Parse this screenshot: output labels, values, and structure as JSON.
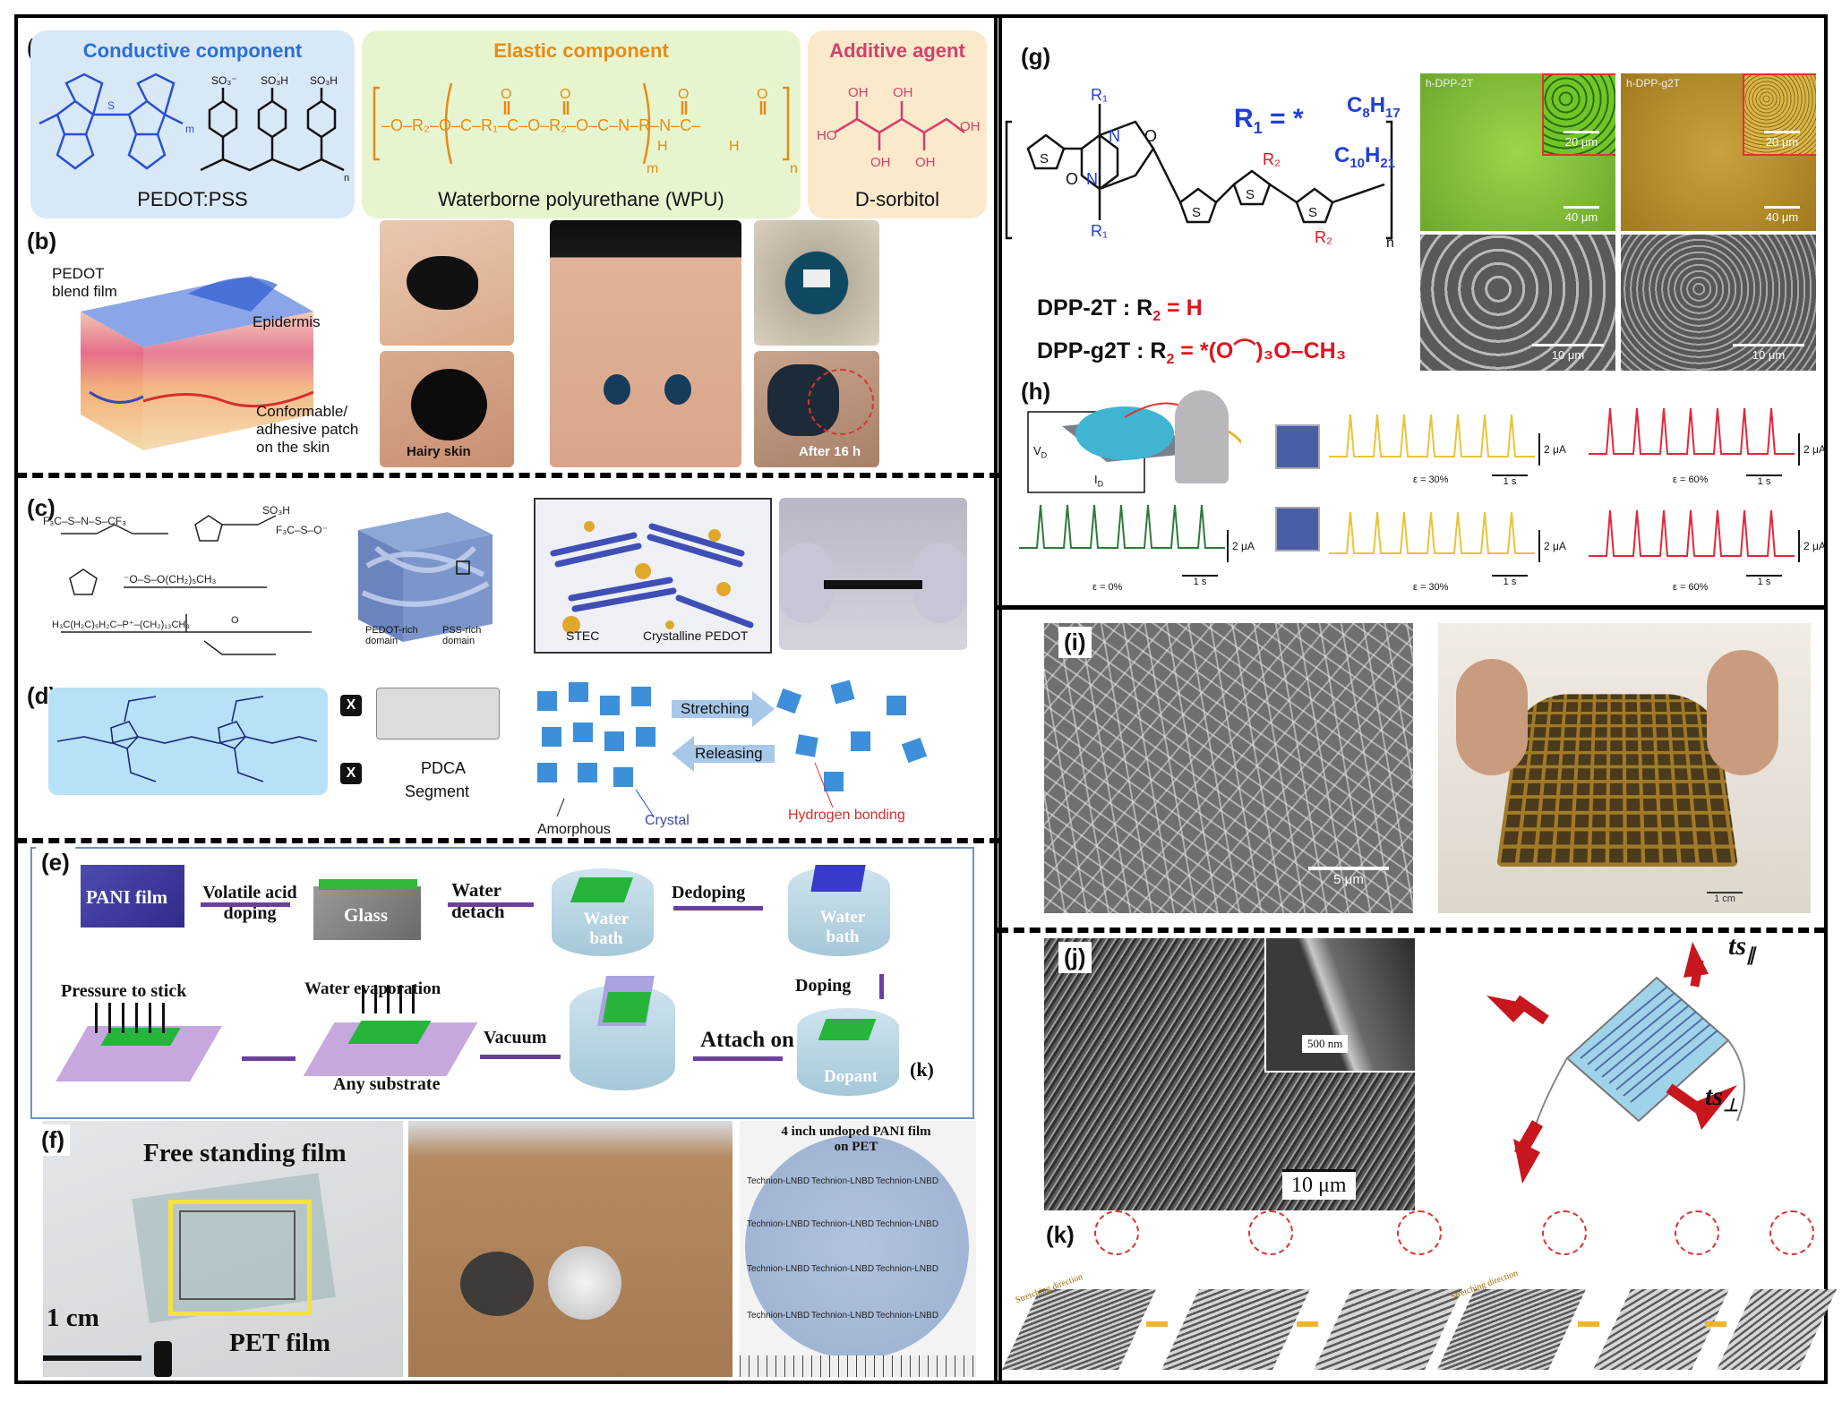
{
  "panels": {
    "a": {
      "label": "(a)",
      "conductive": {
        "title": "Conductive component",
        "caption": "PEDOT:PSS",
        "color": "#2a6fd6"
      },
      "elastic": {
        "title": "Elastic component",
        "caption": "Waterborne polyurethane (WPU)",
        "color": "#e88a16"
      },
      "additive": {
        "title": "Additive agent",
        "caption": "D-sorbitol",
        "color": "#d4406a"
      }
    },
    "b": {
      "label": "(b)",
      "labels": [
        "PEDOT blend film",
        "Epidermis",
        "Conformable/ adhesive patch on the skin",
        "Hairy skin",
        "After 16 h"
      ]
    },
    "c": {
      "label": "(c)",
      "labels": [
        "PEDOT-rich domain",
        "PSS-rich domain",
        "STEC",
        "Crystalline PEDOT"
      ]
    },
    "d": {
      "label": "(d)",
      "x": "X",
      "pdca": "PDCA",
      "segment": "Segment",
      "labels": [
        "Stretching",
        "Releasing",
        "Amorphous",
        "Crystal",
        "Hydrogen bonding"
      ]
    },
    "e": {
      "label": "(e)",
      "steps": [
        "PANI film",
        "Volatile acid doping",
        "Glass",
        "Water detach",
        "Water bath",
        "Dedoping",
        "Water bath",
        "Doping",
        "Dopant",
        "(k)",
        "Attach on",
        "Vacuum",
        "Any substrate",
        "Water evaporation",
        "Pressure to stick"
      ]
    },
    "f": {
      "label": "(f)",
      "free_standing": "Free standing film",
      "pet": "PET film",
      "scale": "1 cm",
      "pani_title": "4 inch undoped PANI film on PET",
      "watermark": "Technion-LNBD"
    },
    "g": {
      "label": "(g)",
      "r1": "R",
      "r1_def": "C8H17 / C10H21",
      "dpp2t": "DPP-2T : R",
      "dpp2t_val": "= H",
      "dppg2t": "DPP-g2T : R",
      "images": [
        "h-DPP-2T",
        "h-DPP-g2T"
      ],
      "scales": [
        "20 μm",
        "40 μm",
        "20 μm",
        "40 μm",
        "10 μm",
        "10 μm"
      ]
    },
    "h": {
      "label": "(h)",
      "vd": "V",
      "id": "I",
      "current": "2 μA",
      "time": "1 s",
      "strains": [
        "ε = 30%",
        "ε = 60%",
        "ε = 0%",
        "ε = 30%",
        "ε = 60%"
      ]
    },
    "i": {
      "label": "(i)",
      "scale": "5 μm",
      "photo_scale": "1 cm"
    },
    "j": {
      "label": "(j)",
      "scale": "10 μm",
      "inset_scale": "500 nm",
      "ts_par": "ts",
      "ts_perp": "ts"
    },
    "k": {
      "label": "(k)",
      "direction": "Stretching direction"
    }
  },
  "colors": {
    "blue": "#1f3fd6",
    "red": "#e0141e",
    "orange": "#e88a16",
    "purple": "#6b3fa0"
  }
}
